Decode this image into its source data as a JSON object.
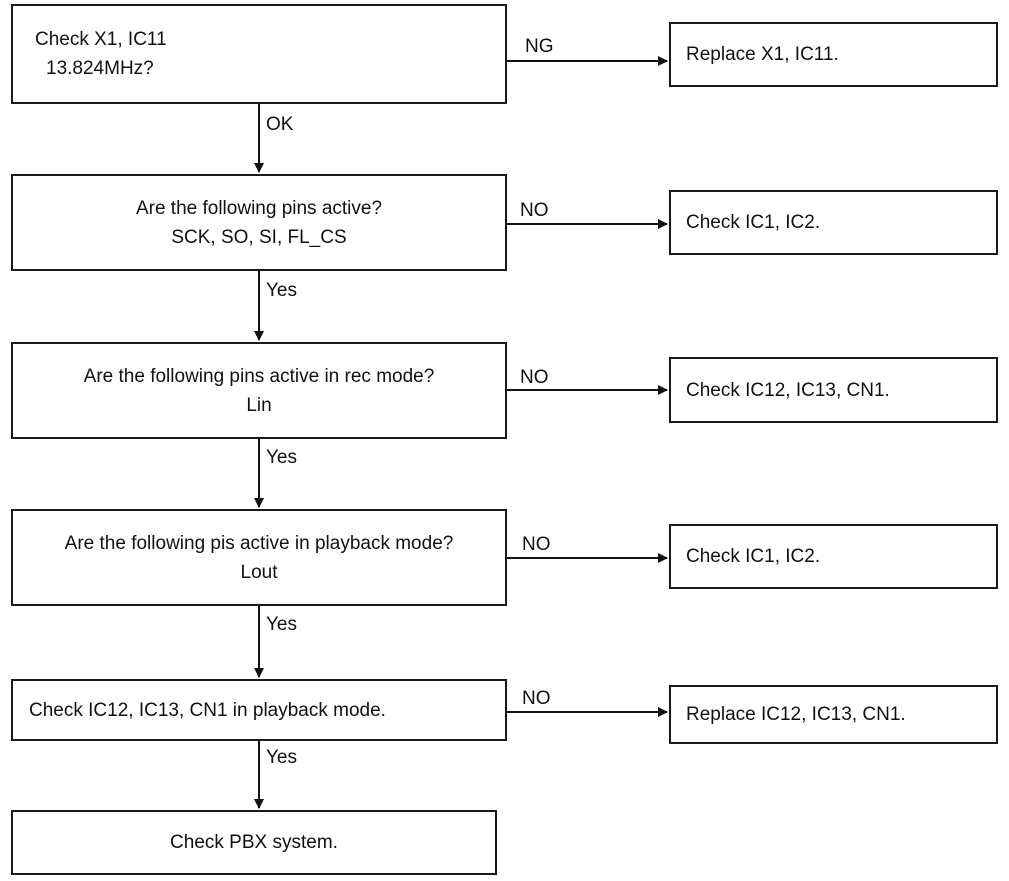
{
  "decisions": [
    {
      "lines": [
        "Check X1, IC11",
        "13.824MHz?"
      ]
    },
    {
      "lines": [
        "Are the following pins active?",
        "SCK, SO, SI, FL_CS"
      ]
    },
    {
      "lines": [
        "Are the following pins active in rec mode?",
        "Lin"
      ]
    },
    {
      "lines": [
        "Are the following pis active in playback mode?",
        "Lout"
      ]
    },
    {
      "lines": [
        "Check IC12, IC13, CN1 in playback mode."
      ]
    },
    {
      "lines": [
        "Check PBX system."
      ]
    }
  ],
  "results": [
    {
      "text": "Replace X1, IC11."
    },
    {
      "text": "Check IC1, IC2."
    },
    {
      "text": "Check IC12, IC13, CN1."
    },
    {
      "text": "Check IC1, IC2."
    },
    {
      "text": "Replace IC12, IC13, CN1."
    }
  ],
  "side_labels": [
    "NG",
    "NO",
    "NO",
    "NO",
    "NO"
  ],
  "down_labels": [
    "OK",
    "Yes",
    "Yes",
    "Yes",
    "Yes"
  ]
}
